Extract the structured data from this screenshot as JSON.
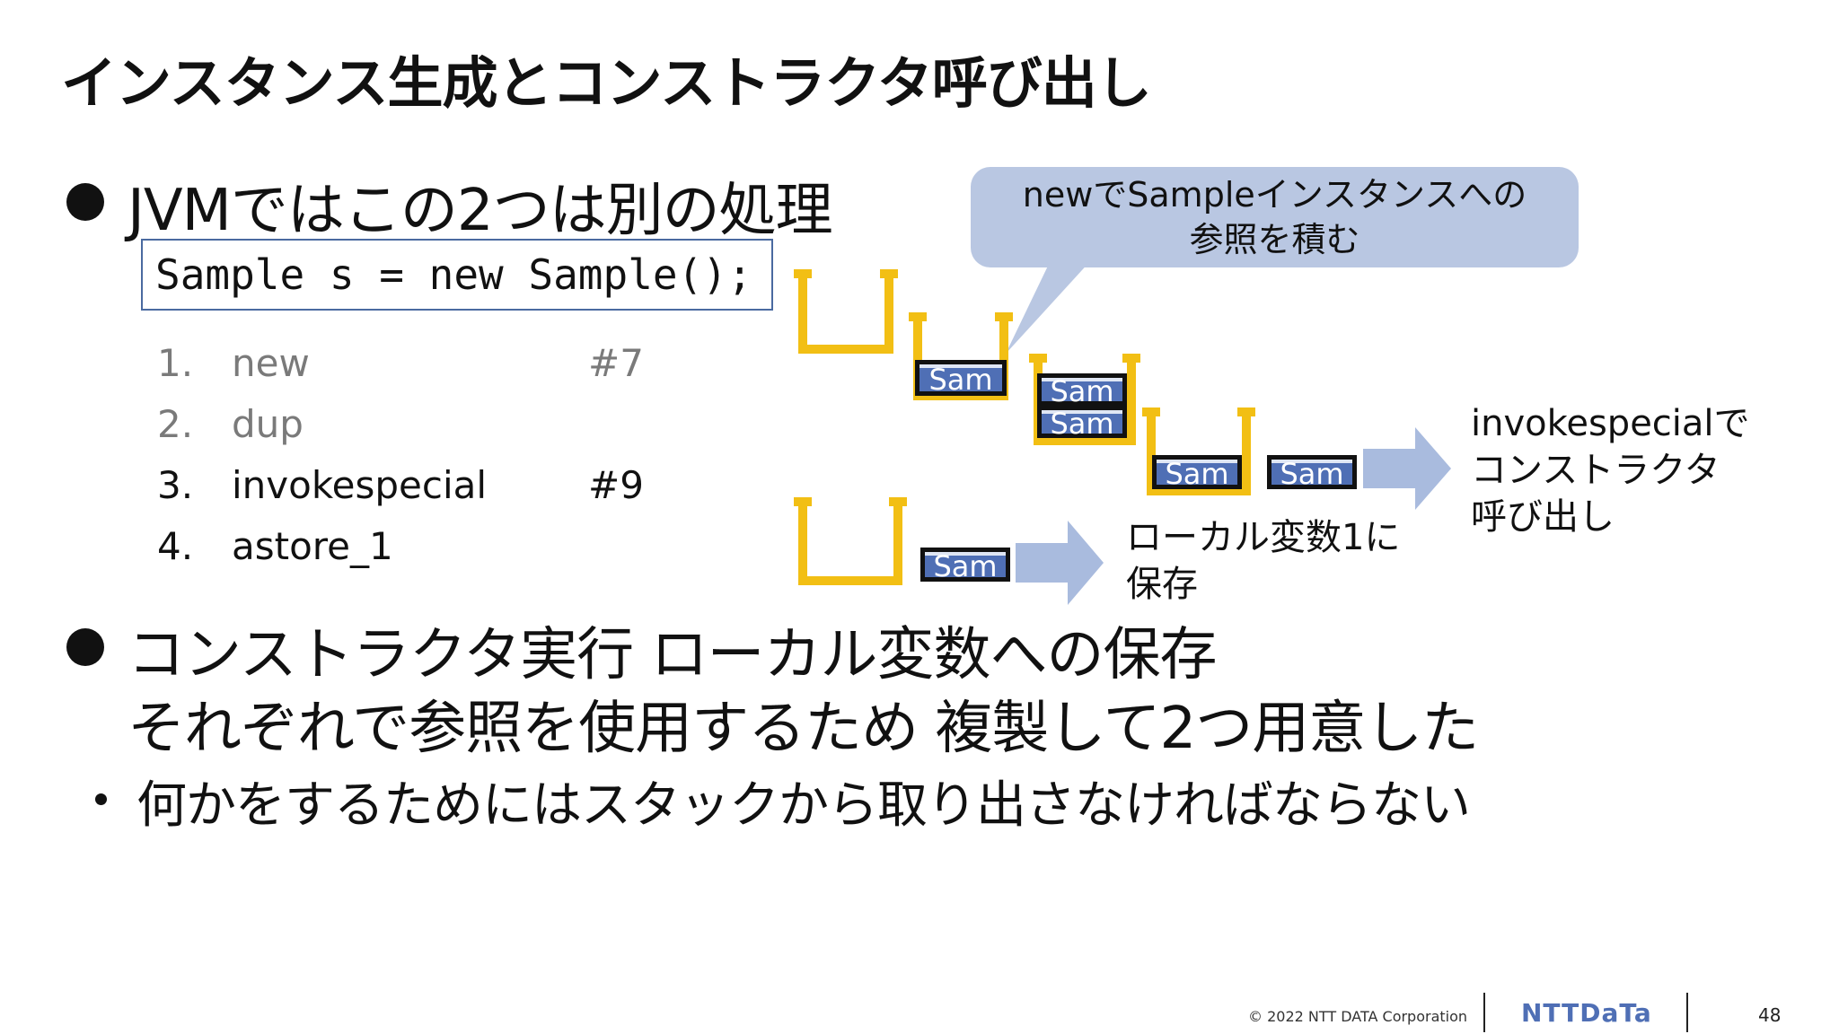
{
  "slide": {
    "title": "インスタンス生成とコンストラクタ呼び出し",
    "bullet1": "JVMではこの2つは別の処理",
    "code": "Sample s = new Sample();",
    "steps": [
      {
        "num": "1.",
        "op": "new",
        "arg": "#7"
      },
      {
        "num": "2.",
        "op": "dup",
        "arg": ""
      },
      {
        "num": "3.",
        "op": "invokespecial",
        "arg": "#9"
      },
      {
        "num": "4.",
        "op": "astore_1",
        "arg": ""
      }
    ],
    "bullet2_line1": "コンストラクタ実行 ローカル変数への保存",
    "bullet2_line2": "それぞれで参照を使用するため 複製して2つ用意した",
    "sub_bullet": "何かをするためにはスタックから取り出さなければならない"
  },
  "diagram": {
    "callout_line1": "newでSampleインスタンスへの",
    "callout_line2": "参照を積む",
    "invoke_note": [
      "invokespecialで",
      "コンストラクタ",
      "呼び出し"
    ],
    "store_note": [
      "ローカル変数1に",
      "保存"
    ],
    "box_label": "Sam",
    "colors": {
      "cup": "#f2bf14",
      "box": "#4f6fb5",
      "arrow": "#a9bbde",
      "callout": "#b9c7e2"
    }
  },
  "footer": {
    "copyright": "© 2022 NTT DATA Corporation",
    "logo": "NTTDaTa",
    "page": "48"
  }
}
